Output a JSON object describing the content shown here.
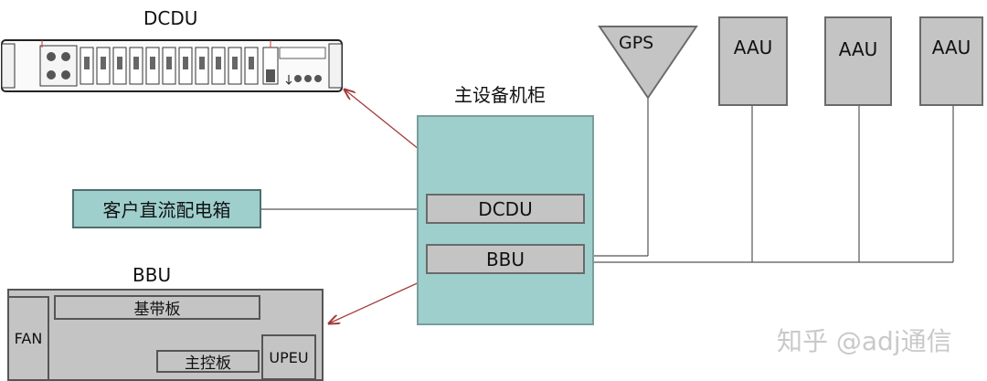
{
  "dcdu_device": {
    "title": "DCDU"
  },
  "cabinet": {
    "title": "主设备机柜",
    "dcdu_label": "DCDU",
    "bbu_label": "BBU"
  },
  "customer_box": {
    "label": "客户直流配电箱"
  },
  "gps": {
    "label": "GPS"
  },
  "aau": [
    {
      "label": "AAU"
    },
    {
      "label": "AAU"
    },
    {
      "label": "AAU"
    }
  ],
  "bbu_device": {
    "title": "BBU",
    "fan_label": "FAN",
    "baseband_label": "基带板",
    "main_control_label": "主控板",
    "upeu_label": "UPEU"
  },
  "watermark": {
    "text": "知乎 @adj通信"
  },
  "colors": {
    "cabinet_fill": "#9ecfcd",
    "box_fill": "#c4c4c4",
    "arrow": "#a33a3a",
    "line": "#555555"
  }
}
